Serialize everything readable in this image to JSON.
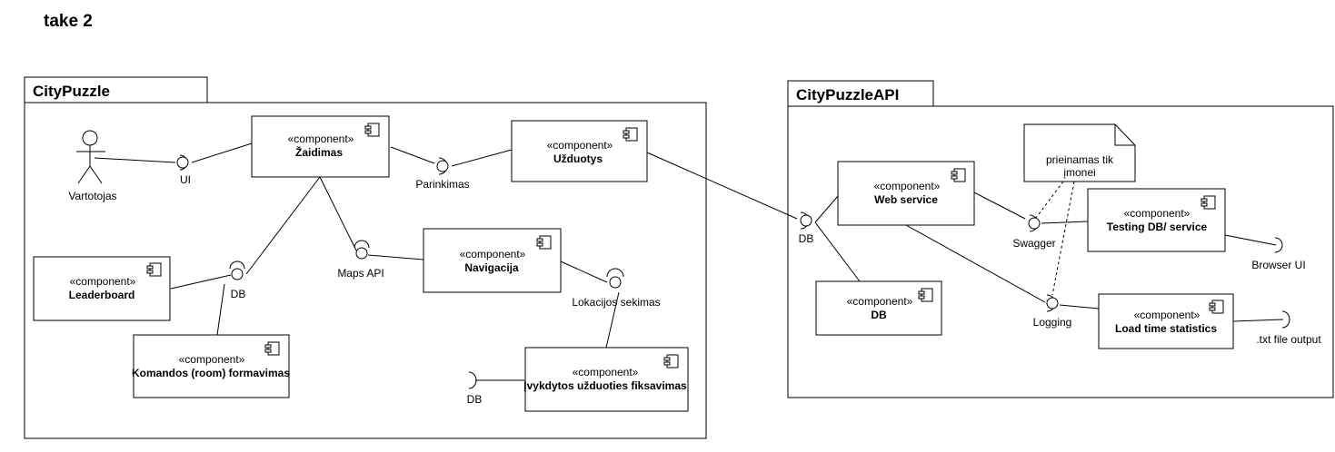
{
  "title": "take 2",
  "packages": {
    "citypuzzle": "CityPuzzle",
    "citypuzzleapi": "CityPuzzleAPI"
  },
  "stereotype": "«component»",
  "components": {
    "zaidimas": "Žaidimas",
    "uzduotys": "Užduotys",
    "navigacija": "Navigacija",
    "leaderboard": "Leaderboard",
    "komandos": "Komandos (room) formavimas",
    "ivykdytos": "Įvykdytos užduoties fiksavimas",
    "webservice": "Web service",
    "db": "DB",
    "testing": "Testing DB/ service",
    "loadtime": "Load time statistics"
  },
  "actor": "Vartotojas",
  "interfaces": {
    "ui": "UI",
    "parinkimas": "Parinkimas",
    "maps_api": "Maps API",
    "db_left": "DB",
    "lokacijos": "Lokacijos sekimas",
    "db_bottom": "DB",
    "db_api": "DB",
    "swagger": "Swagger",
    "logging": "Logging",
    "browser_ui": "Browser UI",
    "txt_output": ".txt file output"
  },
  "note": {
    "line1": "prieinamas tik",
    "line2": "įmonei"
  }
}
